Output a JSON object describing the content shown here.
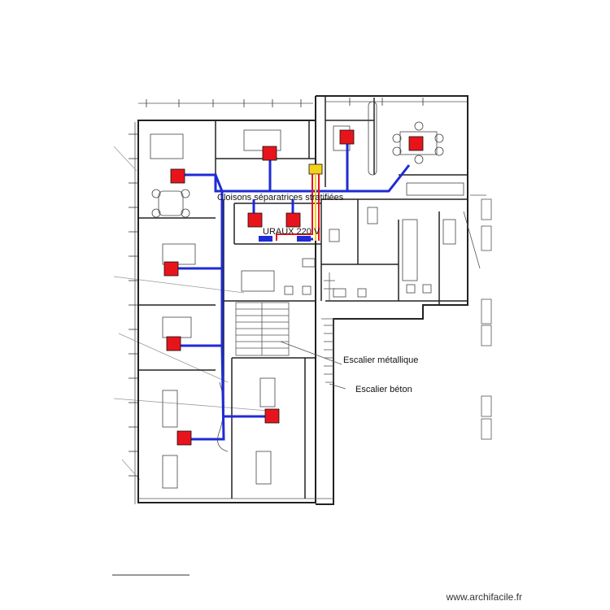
{
  "labels": {
    "partitions": "Cloisons séparatrices stratifiées",
    "supply": "URAUX 220 V",
    "metal_stairs": "Escalier métallique",
    "concrete_stairs": "Escalier béton"
  },
  "watermark": "www.archifacile.fr",
  "colors": {
    "cable": "#1f2bd6",
    "socket": "#e8141c",
    "supply_red": "#e8141c",
    "supply_yellow": "#f2d21a"
  }
}
